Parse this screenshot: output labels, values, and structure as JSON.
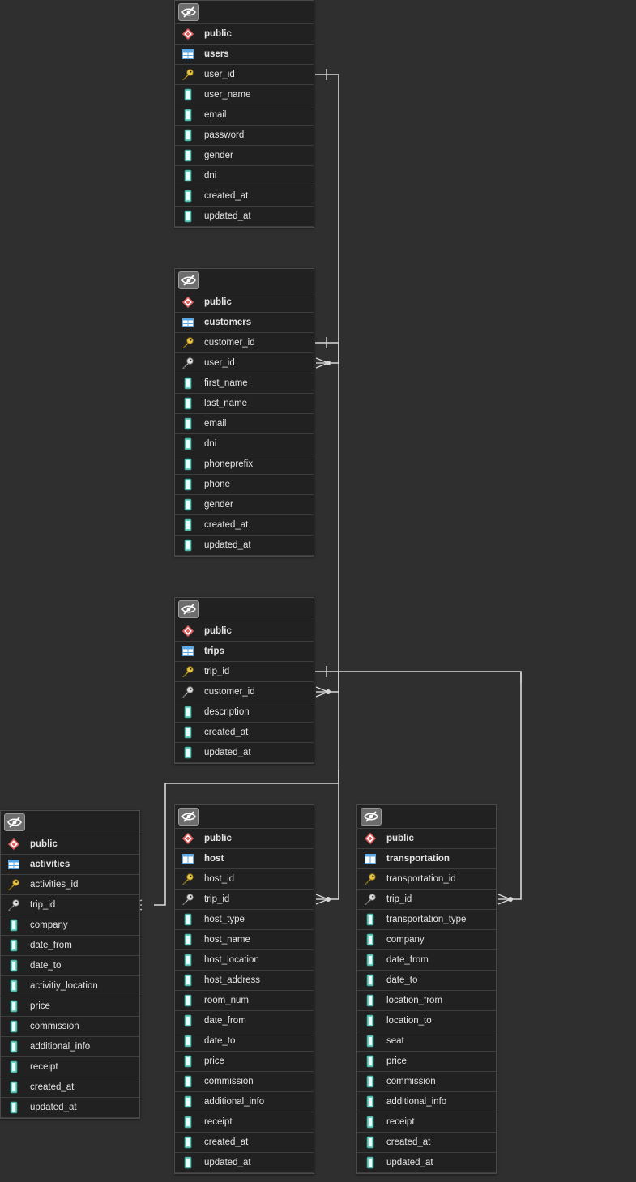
{
  "colors": {
    "background": "#2f2f2f",
    "table_bg": "#212121",
    "link_line": "#d9d9d9",
    "pk_icon": "#e8c547",
    "fk_icon": "#dcdcdc",
    "column_icon": "#6fd3c4",
    "schema_icon": "#e05a5a",
    "table_icon": "#5aa9e6"
  },
  "tables": [
    {
      "id": "users",
      "schema": "public",
      "name": "users",
      "columns": [
        {
          "name": "user_id",
          "icon": "primary-key"
        },
        {
          "name": "user_name",
          "icon": "column"
        },
        {
          "name": "email",
          "icon": "column"
        },
        {
          "name": "password",
          "icon": "column"
        },
        {
          "name": "gender",
          "icon": "column"
        },
        {
          "name": "dni",
          "icon": "column"
        },
        {
          "name": "created_at",
          "icon": "column"
        },
        {
          "name": "updated_at",
          "icon": "column"
        }
      ]
    },
    {
      "id": "customers",
      "schema": "public",
      "name": "customers",
      "columns": [
        {
          "name": "customer_id",
          "icon": "primary-key"
        },
        {
          "name": "user_id",
          "icon": "foreign-key"
        },
        {
          "name": "first_name",
          "icon": "column"
        },
        {
          "name": "last_name",
          "icon": "column"
        },
        {
          "name": "email",
          "icon": "column"
        },
        {
          "name": "dni",
          "icon": "column"
        },
        {
          "name": "phoneprefix",
          "icon": "column"
        },
        {
          "name": "phone",
          "icon": "column"
        },
        {
          "name": "gender",
          "icon": "column"
        },
        {
          "name": "created_at",
          "icon": "column"
        },
        {
          "name": "updated_at",
          "icon": "column"
        }
      ]
    },
    {
      "id": "trips",
      "schema": "public",
      "name": "trips",
      "columns": [
        {
          "name": "trip_id",
          "icon": "primary-key"
        },
        {
          "name": "customer_id",
          "icon": "foreign-key"
        },
        {
          "name": "description",
          "icon": "column"
        },
        {
          "name": "created_at",
          "icon": "column"
        },
        {
          "name": "updated_at",
          "icon": "column"
        }
      ]
    },
    {
      "id": "activities",
      "schema": "public",
      "name": "activities",
      "columns": [
        {
          "name": "activities_id",
          "icon": "primary-key"
        },
        {
          "name": "trip_id",
          "icon": "foreign-key"
        },
        {
          "name": "company",
          "icon": "column"
        },
        {
          "name": "date_from",
          "icon": "column"
        },
        {
          "name": "date_to",
          "icon": "column"
        },
        {
          "name": "activitiy_location",
          "icon": "column"
        },
        {
          "name": "price",
          "icon": "column"
        },
        {
          "name": "commission",
          "icon": "column"
        },
        {
          "name": "additional_info",
          "icon": "column"
        },
        {
          "name": "receipt",
          "icon": "column"
        },
        {
          "name": "created_at",
          "icon": "column"
        },
        {
          "name": "updated_at",
          "icon": "column"
        }
      ]
    },
    {
      "id": "host",
      "schema": "public",
      "name": "host",
      "columns": [
        {
          "name": "host_id",
          "icon": "primary-key"
        },
        {
          "name": "trip_id",
          "icon": "foreign-key"
        },
        {
          "name": "host_type",
          "icon": "column"
        },
        {
          "name": "host_name",
          "icon": "column"
        },
        {
          "name": "host_location",
          "icon": "column"
        },
        {
          "name": "host_address",
          "icon": "column"
        },
        {
          "name": "room_num",
          "icon": "column"
        },
        {
          "name": "date_from",
          "icon": "column"
        },
        {
          "name": "date_to",
          "icon": "column"
        },
        {
          "name": "price",
          "icon": "column"
        },
        {
          "name": "commission",
          "icon": "column"
        },
        {
          "name": "additional_info",
          "icon": "column"
        },
        {
          "name": "receipt",
          "icon": "column"
        },
        {
          "name": "created_at",
          "icon": "column"
        },
        {
          "name": "updated_at",
          "icon": "column"
        }
      ]
    },
    {
      "id": "transportation",
      "schema": "public",
      "name": "transportation",
      "columns": [
        {
          "name": "transportation_id",
          "icon": "primary-key"
        },
        {
          "name": "trip_id",
          "icon": "foreign-key"
        },
        {
          "name": "transportation_type",
          "icon": "column"
        },
        {
          "name": "company",
          "icon": "column"
        },
        {
          "name": "date_from",
          "icon": "column"
        },
        {
          "name": "date_to",
          "icon": "column"
        },
        {
          "name": "location_from",
          "icon": "column"
        },
        {
          "name": "location_to",
          "icon": "column"
        },
        {
          "name": "seat",
          "icon": "column"
        },
        {
          "name": "price",
          "icon": "column"
        },
        {
          "name": "commission",
          "icon": "column"
        },
        {
          "name": "additional_info",
          "icon": "column"
        },
        {
          "name": "receipt",
          "icon": "column"
        },
        {
          "name": "created_at",
          "icon": "column"
        },
        {
          "name": "updated_at",
          "icon": "column"
        }
      ]
    }
  ],
  "relationships": [
    {
      "from": "users.user_id",
      "to": "customers.user_id",
      "cardinality": "one-to-many"
    },
    {
      "from": "customers.customer_id",
      "to": "trips.customer_id",
      "cardinality": "one-to-many"
    },
    {
      "from": "trips.trip_id",
      "to": "activities.trip_id",
      "cardinality": "one-to-many"
    },
    {
      "from": "trips.trip_id",
      "to": "host.trip_id",
      "cardinality": "one-to-many"
    },
    {
      "from": "trips.trip_id",
      "to": "transportation.trip_id",
      "cardinality": "one-to-many"
    }
  ]
}
